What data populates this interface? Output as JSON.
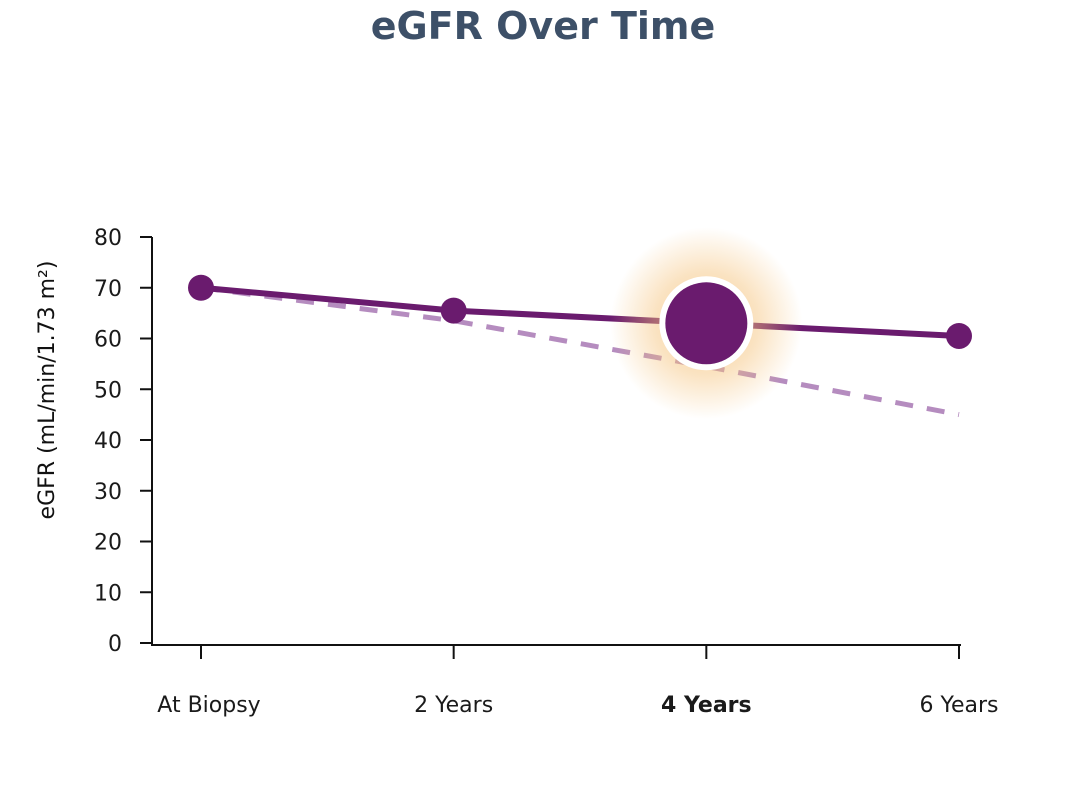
{
  "chart_data": {
    "type": "line",
    "title": "eGFR Over Time",
    "xlabel": "",
    "ylabel": "eGFR (mL/min/1.73 m²)",
    "categories": [
      "At Biopsy",
      "2 Years",
      "4 Years",
      "6 Years"
    ],
    "highlighted_category": "4 Years",
    "ylim": [
      0,
      80
    ],
    "yticks": [
      0,
      10,
      20,
      30,
      40,
      50,
      60,
      70,
      80
    ],
    "grid": false,
    "series": [
      {
        "values": [
          70,
          65.5,
          63,
          60.5
        ],
        "style": "solid",
        "color": "#6a1b6e"
      },
      {
        "values": [
          70,
          63.5,
          54.5,
          45
        ],
        "style": "dashed",
        "color": "#b58cbf"
      }
    ],
    "colors": {
      "title": "#3d5068",
      "highlight_label": "#4a5a82",
      "highlight_glow": "#f5c27a"
    }
  }
}
